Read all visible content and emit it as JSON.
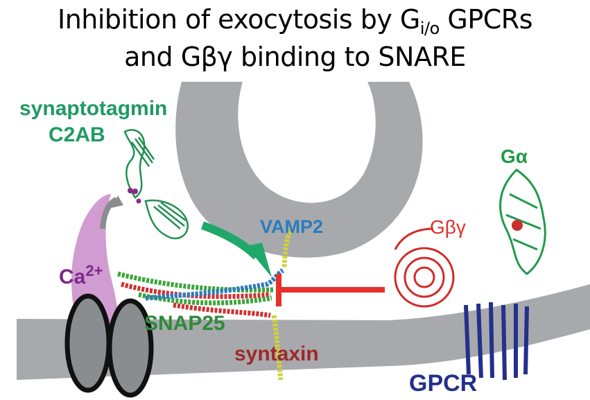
{
  "title": {
    "line1_prefix": "Inhibition of exocytosis by G",
    "line1_subscript": "i/o",
    "line1_suffix": " GPCRs",
    "line2": "and Gβγ binding to SNARE"
  },
  "labels": {
    "synaptotagmin": "synaptotagmin",
    "c2ab": "C2AB",
    "vamp2": "VAMP2",
    "galpha": "Gα",
    "gbetagamma": "Gβγ",
    "calcium_base": "Ca",
    "calcium_charge": "2+",
    "snap25": "SNAP25",
    "syntaxin": "syntaxin",
    "gpcr": "GPCR"
  },
  "colors": {
    "synaptotagmin": "#1f9a63",
    "vamp2": "#2b7bbf",
    "galpha": "#1f9a48",
    "gbetagamma": "#e0302a",
    "calcium": "#7a2a86",
    "snap25": "#2f8a3a",
    "syntaxin": "#a02828",
    "gpcr": "#24308a",
    "membrane": "#a7a9ac",
    "inhibition": "#e8302a"
  }
}
